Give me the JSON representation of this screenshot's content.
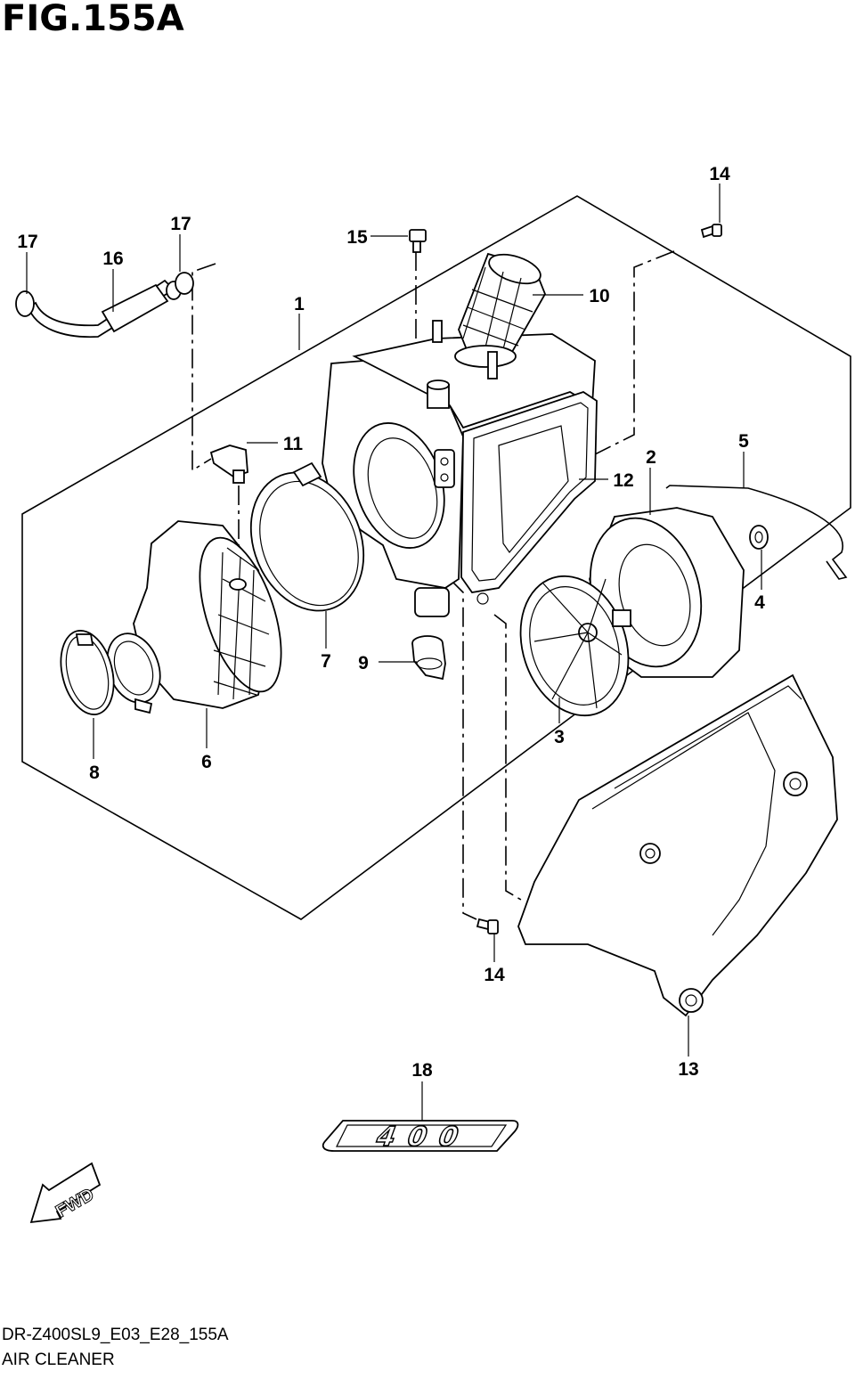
{
  "figure": {
    "title": "FIG.155A",
    "code": "DR-Z400SL9_E03_E28_155A",
    "name": "AIR CLEANER"
  },
  "callouts": [
    "1",
    "2",
    "3",
    "4",
    "5",
    "6",
    "7",
    "8",
    "9",
    "10",
    "11",
    "12",
    "13",
    "14",
    "14",
    "15",
    "16",
    "17",
    "17",
    "18"
  ],
  "emblem_text": "400",
  "fwd_text": "FWD"
}
